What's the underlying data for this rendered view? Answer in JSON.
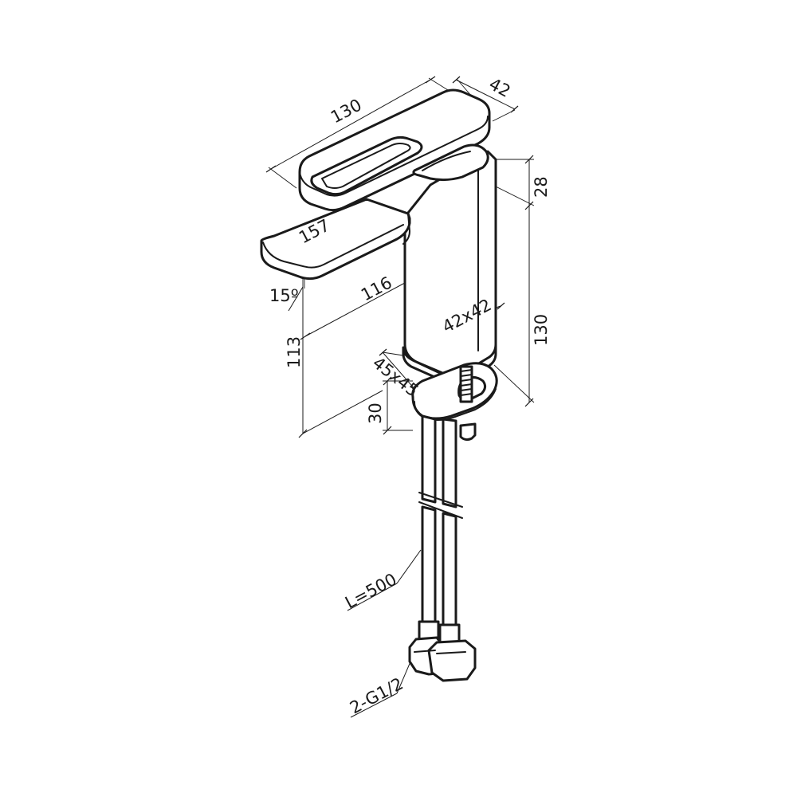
{
  "diagram": {
    "dimensions": {
      "spout_length": "130",
      "spout_width": "42",
      "spout_thickness": "28",
      "body_height": "130",
      "handle_length": "157",
      "handle_angle": "15º",
      "reach": "116",
      "body_section": "42x42",
      "outlet_height": "113",
      "base_section": "45x45",
      "base_height": "30",
      "hose_length": "L=500",
      "connection": "2-G1/2"
    },
    "colors": {
      "line": "#1a1a1a",
      "background": "#ffffff"
    }
  }
}
